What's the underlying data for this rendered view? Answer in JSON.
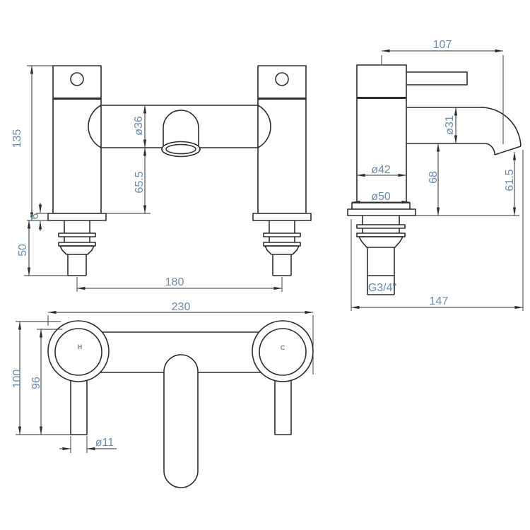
{
  "title": "Bath filler tap technical drawing",
  "colors": {
    "background": "#ffffff",
    "line": "#2d2d2d",
    "dim_text": "#6d8cac"
  },
  "dims": {
    "front": {
      "overall_height": "135",
      "body_diameter": "ø36",
      "body_to_deck": "65.5",
      "flange_thickness": "6",
      "shank_length": "50",
      "tap_centres": "180"
    },
    "side": {
      "spout_reach": "107",
      "spout_diameter": "ø31",
      "body_diameter": "ø42",
      "spout_underside_height": "68",
      "outlet_height": "61.5",
      "base_diameter": "ø50",
      "thread_size": "G3/4\"",
      "overall_depth": "147"
    },
    "plan": {
      "overall_width": "230",
      "overall_depth": "100",
      "handle_reach": "96",
      "lever_diameter": "ø11",
      "hot_label": "H",
      "cold_label": "C"
    }
  }
}
